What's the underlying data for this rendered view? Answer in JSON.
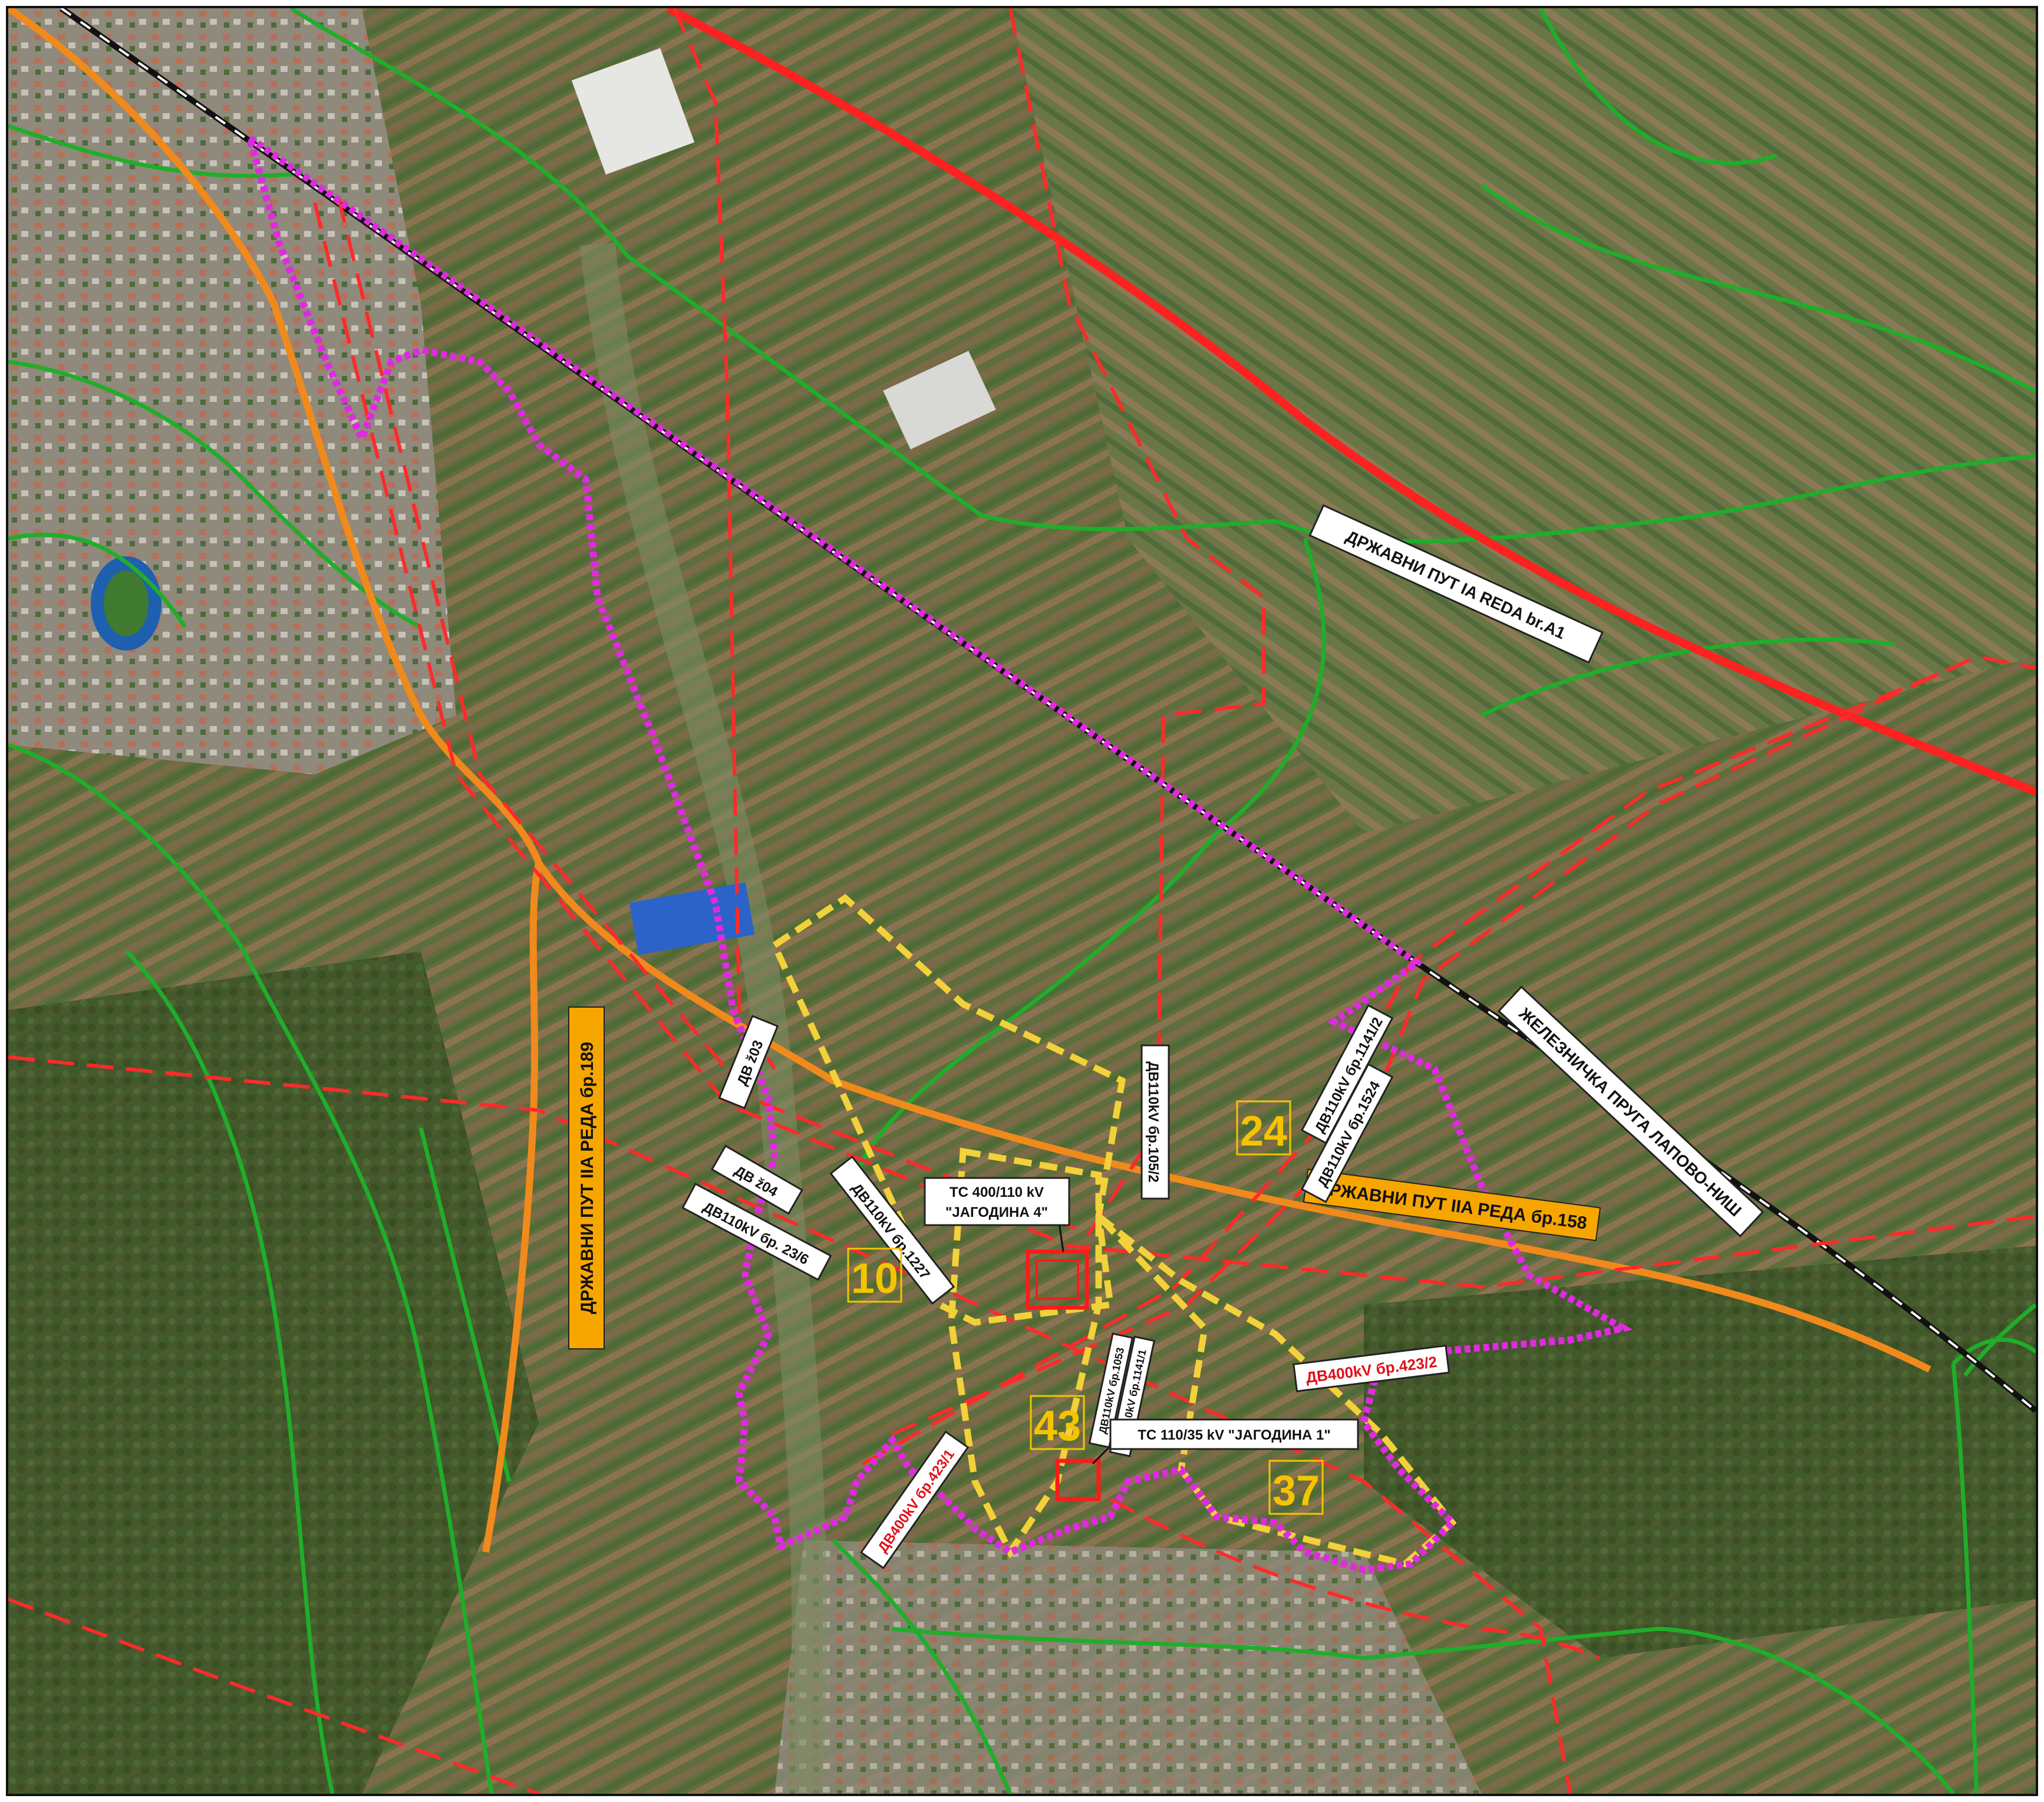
{
  "map": {
    "colors": {
      "orange_road": "#f08a1c",
      "green_road": "#1fae2a",
      "red_dash": "#ff2a2a",
      "magenta_boundary": "#e02ae0",
      "yellow_zone": "#f2d13a",
      "railway": "#111111",
      "highway": "#ff2020"
    },
    "labels": {
      "highway_a1": "ДРЖАВНИ ПУТ IA REDA br.A1",
      "railway": "ЖЕЛЕЗНИЧКА ПРУГА ЛАПОВО-НИШ",
      "road_158": "ДРЖАВНИ ПУТ IIA РЕДА бр.158",
      "road_189": "ДРЖАВНИ ПУТ IIA РЕДА бр.189",
      "dv_203": "ДВ ž03",
      "dv_204": "ДВ ž04",
      "dv110_23_6": "ДВ110kV бр. 23/6",
      "dv110_1227": "ДВ110kV бр.1227",
      "dv110_105_2": "ДВ110kV бр.105/2",
      "dv110_1141_2": "ДВ110kV бр.1141/2",
      "dv110_1524": "ДВ110kV бр.1524",
      "dv400_423_2": "ДВ400kV бр.423/2",
      "dv400_423_1": "ДВ400kV бр.423/1",
      "dv110_1053": "ДВ110kV бр.1053",
      "dv110_1141_1": "ДВ110kV бр.1141/1",
      "ts_400_line1": "ТС 400/110 kV",
      "ts_400_line2": "\"ЈАГОДИНА 4\"",
      "ts_110": "ТС 110/35 kV \"ЈАГОДИНА 1\""
    },
    "zones": {
      "z10": "10",
      "z24": "24",
      "z43": "43",
      "z37": "37"
    }
  }
}
